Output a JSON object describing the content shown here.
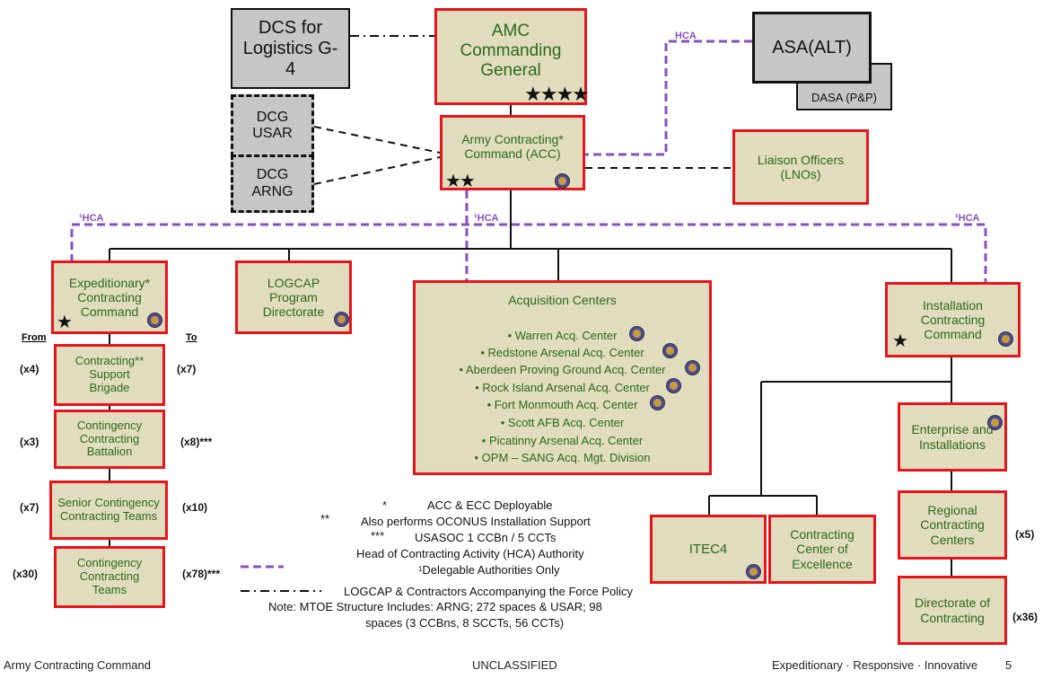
{
  "boxes": {
    "dcs_logistics": "DCS for Logistics G-4",
    "amc_cg": "AMC Commanding General",
    "asa_alt": "ASA(ALT)",
    "dasa_pp": "DASA (P&P)",
    "dcg_usar": "DCG USAR",
    "dcg_arng": "DCG ARNG",
    "acc": "Army Contracting* Command (ACC)",
    "lnos": "Liaison Officers (LNOs)",
    "ecc": "Expeditionary* Contracting Command",
    "logcap": "LOGCAP Program Directorate",
    "installation_cc": "Installation Contracting Command",
    "csb": "Contracting** Support Brigade",
    "ccbn": "Contingency Contracting Battalion",
    "scct": "Senior Contingency Contracting Teams",
    "cct": "Contingency Contracting Teams",
    "itec4": "ITEC4",
    "cce": "Contracting Center of Excellence",
    "enterprise": "Enterprise and Installations",
    "regional": "Regional Contracting Centers",
    "directorate": "Directorate of Contracting"
  },
  "acquisition_centers": {
    "title": "Acquisition Centers",
    "items": [
      "• Warren Acq. Center",
      "• Redstone Arsenal Acq. Center",
      "• Aberdeen Proving Ground Acq. Center",
      "• Rock Island Arsenal Acq. Center",
      "• Fort Monmouth Acq. Center",
      "• Scott AFB Acq. Center",
      "• Picatinny Arsenal Acq. Center",
      "• OPM – SANG Acq. Mgt. Division"
    ]
  },
  "stars": {
    "amc": "★★★★",
    "acc": "★★",
    "ecc": "★",
    "icc": "★"
  },
  "line_labels": {
    "hca_top": "HCA",
    "hca_left": "¹HCA",
    "hca_center": "¹HCA",
    "hca_right": "¹HCA"
  },
  "ratios": {
    "from_label": "From",
    "to_label": "To",
    "csb_from": "(x4)",
    "csb_to": "(x7)",
    "ccbn_from": "(x3)",
    "ccbn_to": "(x8)***",
    "scct_from": "(x7)",
    "scct_to": "(x10)",
    "cct_from": "(x30)",
    "cct_to": "(x78)***",
    "regional": "(x5)",
    "directorate": "(x36)"
  },
  "legend": {
    "l1_mark": "*",
    "l1_text": "ACC & ECC Deployable",
    "l2_mark": "**",
    "l2_text": "Also performs OCONUS Installation Support",
    "l3_mark": "***",
    "l3_text": "USASOC 1 CCBn / 5 CCTs",
    "l4_text": "Head of Contracting Activity (HCA) Authority",
    "l5_text": "¹Delegable Authorities Only",
    "l6_text": "LOGCAP & Contractors Accompanying the Force Policy",
    "note1": "Note:  MTOE Structure Includes:  ARNG; 272 spaces  &  USAR; 98",
    "note2": "spaces (3 CCBns, 8 SCCTs, 56 CCTs)"
  },
  "footer": {
    "left": "Army Contracting Command",
    "center": "UNCLASSIFIED",
    "right": "Expeditionary · Responsive · Innovative",
    "page": "5"
  },
  "colors": {
    "box_border": "#e8141c",
    "box_fill": "#e0dcbd",
    "box_text": "#2a6a1a",
    "hca_line": "#8a4fbf"
  }
}
